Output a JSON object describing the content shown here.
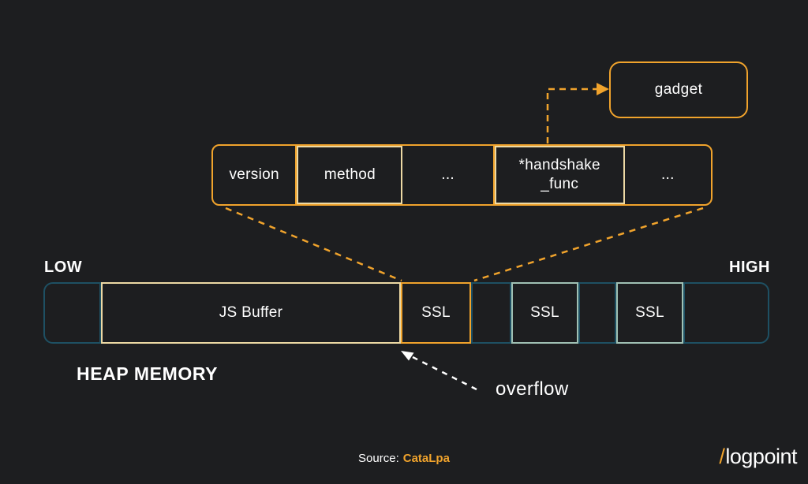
{
  "colors": {
    "background": "#1d1e20",
    "orange": "#f0a32c",
    "cream": "#edd9a4",
    "dark_teal": "#1e5063",
    "light_teal": "#a0c1b4",
    "text": "#ffffff"
  },
  "gadget": {
    "label": "gadget"
  },
  "struct_row": {
    "cells": [
      {
        "label": "version"
      },
      {
        "label": "method"
      },
      {
        "label": "..."
      },
      {
        "label": "*handshake\n_func"
      },
      {
        "label": "..."
      }
    ]
  },
  "memory_bar": {
    "low_label": "LOW",
    "high_label": "HIGH",
    "segments": [
      {
        "label": ""
      },
      {
        "label": "JS Buffer"
      },
      {
        "label": "SSL"
      },
      {
        "label": ""
      },
      {
        "label": "SSL"
      },
      {
        "label": ""
      },
      {
        "label": "SSL"
      },
      {
        "label": ""
      }
    ]
  },
  "captions": {
    "heap": "HEAP MEMORY",
    "overflow": "overflow"
  },
  "source": {
    "prefix": "Source:",
    "name": "CataLpa"
  },
  "logo": {
    "slash": "/",
    "text": "logpoint"
  }
}
